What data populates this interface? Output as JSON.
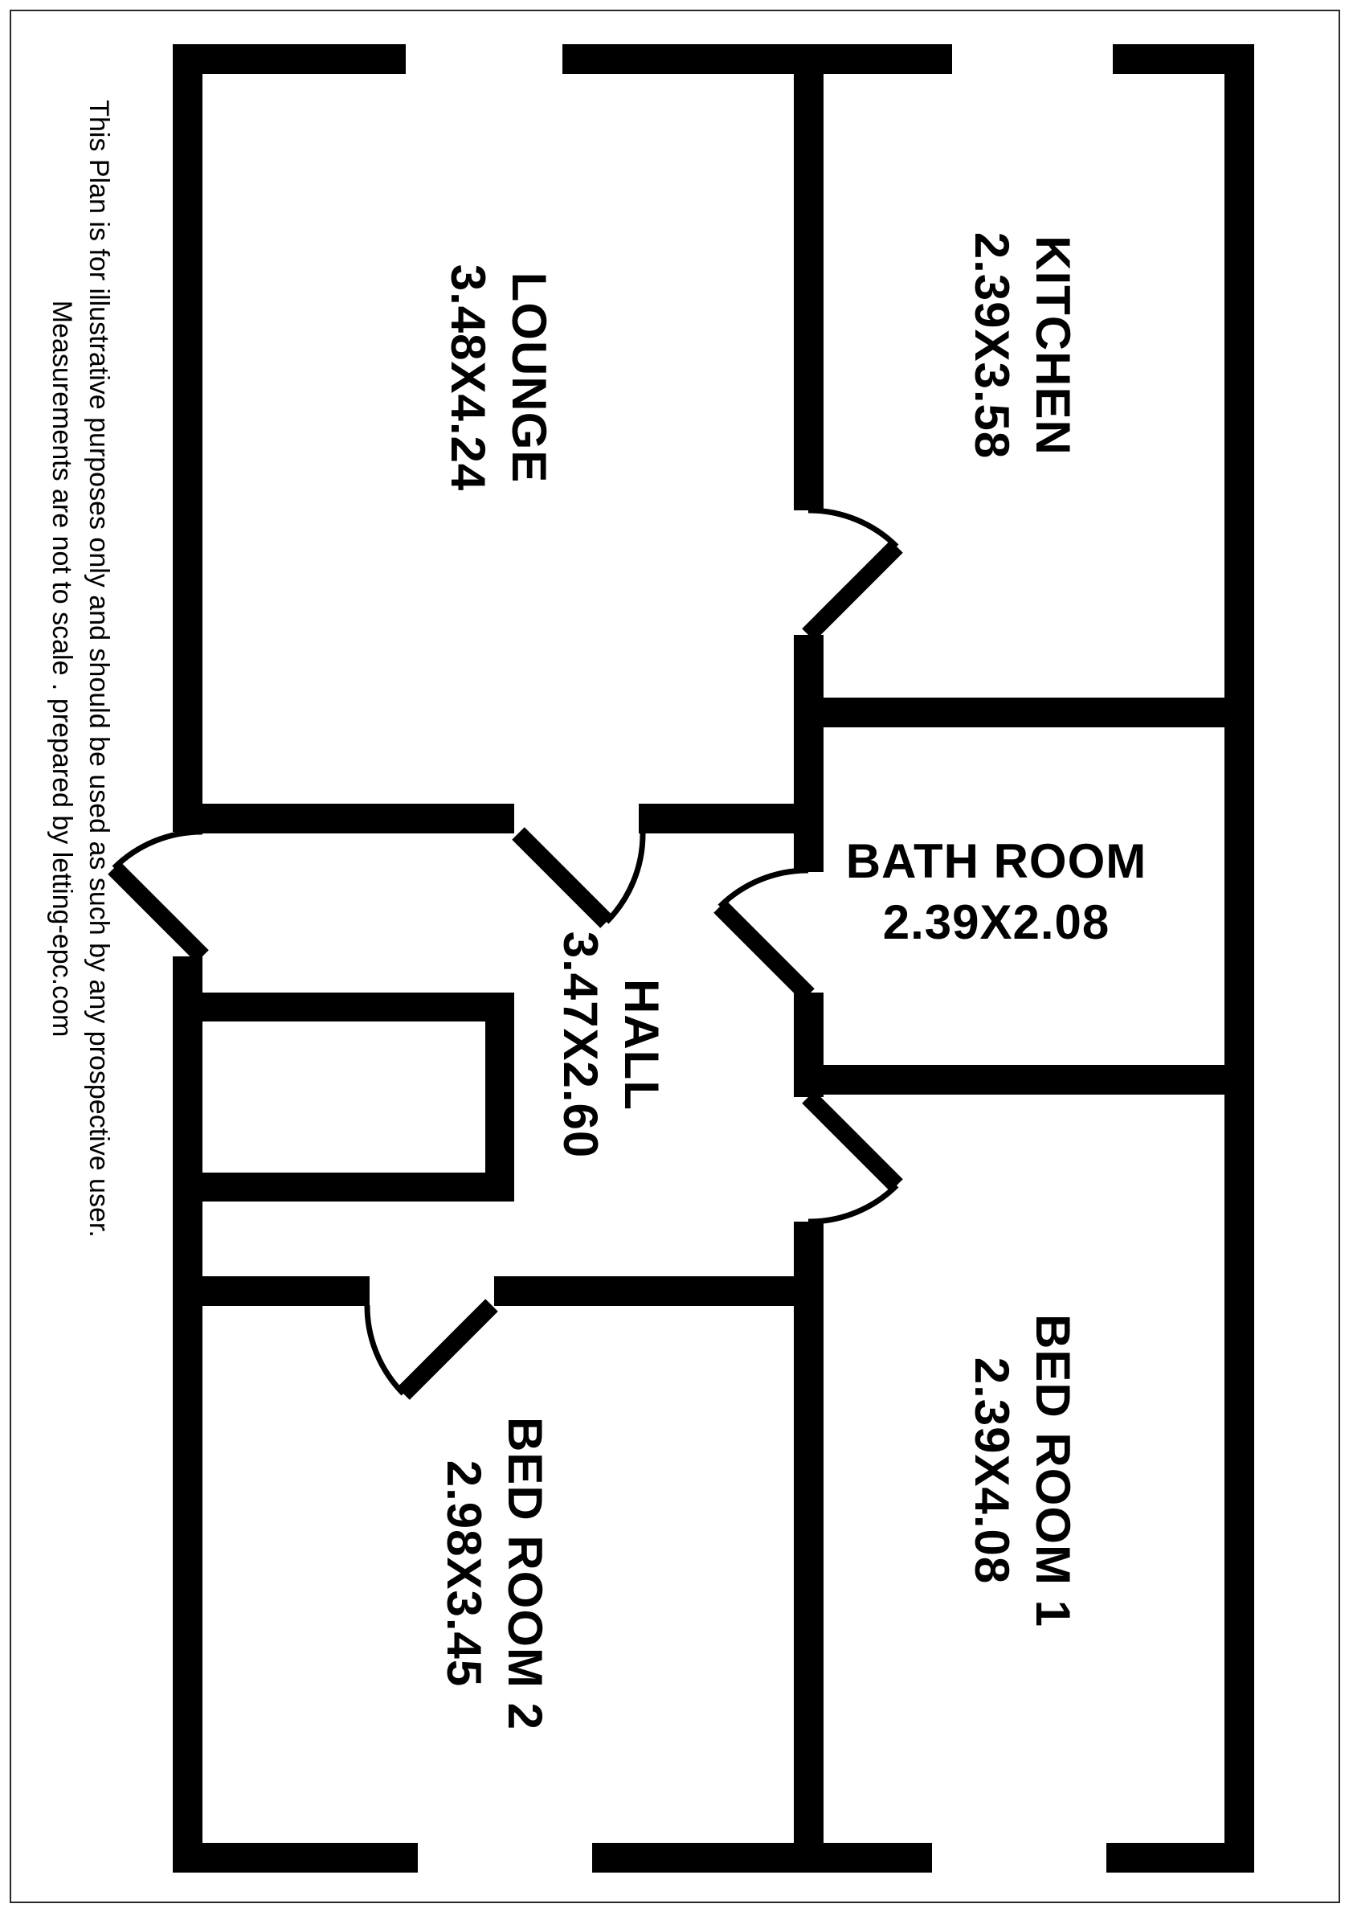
{
  "page": {
    "background": "#ffffff",
    "wall_color": "#000000",
    "border_color": "#2a2a2a"
  },
  "disclaimer": {
    "line1": "This Plan is for illustrative purposes only and should be used as such by any prospective user.",
    "line2": "Measurements are not to scale . prepared by  letting-epc.com"
  },
  "rooms": [
    {
      "name": "LOUNGE",
      "dimensions": "3.48X4.24"
    },
    {
      "name": "KITCHEN",
      "dimensions": "2.39X3.58"
    },
    {
      "name": "BATH ROOM",
      "dimensions": "2.39X2.08"
    },
    {
      "name": "HALL",
      "dimensions": "3.47X2.60"
    },
    {
      "name": "BED ROOM 1",
      "dimensions": "2.39X4.08"
    },
    {
      "name": "BED ROOM 2",
      "dimensions": "2.98X3.45"
    }
  ]
}
